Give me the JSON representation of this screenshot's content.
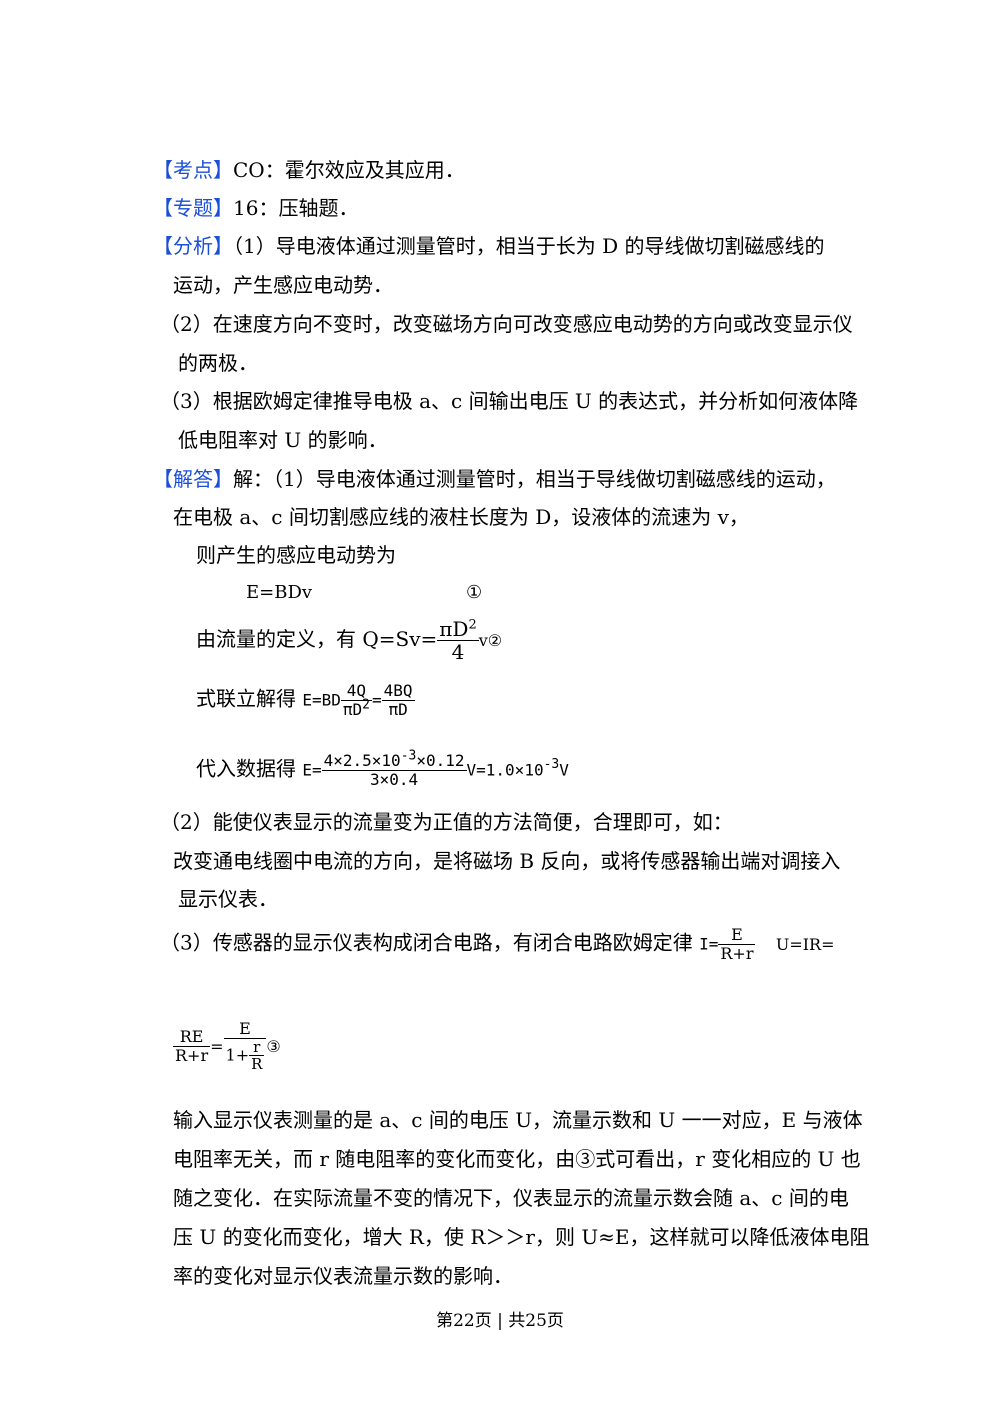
{
  "kaodian": {
    "tag": "【考点】",
    "text": "CO：霍尔效应及其应用．"
  },
  "zhuanti": {
    "tag": "【专题】",
    "text": "16：压轴题．"
  },
  "fenxi": {
    "tag": "【分析】",
    "p1a": "（1）导电液体通过测量管时，相当于长为 D 的导线做切割磁感线的",
    "p1b": "运动，产生感应电动势．",
    "p2a": "（2）在速度方向不变时，改变磁场方向可改变感应电动势的方向或改变显示仪",
    "p2b": "的两极．",
    "p3a": "（3）根据欧姆定律推导电极 a、c 间输出电压 U 的表达式，并分析如何液体降",
    "p3b": "低电阻率对 U 的影响．"
  },
  "jieda": {
    "tag": "【解答】",
    "l1": "解：（1）导电液体通过测量管时，相当于导线做切割磁感线的运动，",
    "l2": "在电极 a、c 间切割感应线的液柱长度为 D，设液体的流速为 v，",
    "l3": "则产生的感应电动势为",
    "eq1": "E=BDv",
    "eq1_mark": "①",
    "l4_prefix": "由流量的定义，有 Q=Sv=",
    "eq2_num": "πD",
    "eq2_sup": "2",
    "eq2_den": "4",
    "eq2_tail": "v②",
    "l5_prefix": "式联立解得",
    "eq3_lhs": "E=BD",
    "eq3_num1": "4Q",
    "eq3_den1": "πD",
    "eq3_sup1": "2",
    "eq3_eq": "=",
    "eq3_num2": "4BQ",
    "eq3_den2": "πD",
    "l6_prefix": "代入数据得",
    "eq4_lhs": "E=",
    "eq4_num": "4×2.5×10",
    "eq4_num_sup": "-3",
    "eq4_num_tail": "×0.12",
    "eq4_den": "3×0.4",
    "eq4_rhs": "V=1.0×10",
    "eq4_rhs_sup": "-3",
    "eq4_unit": "V",
    "p2_title": "（2）能使仪表显示的流量变为正值的方法简便，合理即可，如：",
    "p2_l1": "改变通电线圈中电流的方向，是将磁场 B 反向，或将传感器输出端对调接入",
    "p2_l2": "显示仪表．",
    "p3_prefix": "（3）传感器的显示仪表构成闭合电路，有闭合电路欧姆定律",
    "eq5_lhs": "I=",
    "eq5_num": "E",
    "eq5_den": "R+r",
    "eq5_tail": "U=IR=",
    "eq6_num": "RE",
    "eq6_den": "R+r",
    "eq6_eq": "=",
    "eq6_num2": "E",
    "eq6_den2_a": "1+",
    "eq6_den2_num": "r",
    "eq6_den2_den": "R",
    "eq6_mark": "③",
    "p3_l1": "输入显示仪表测量的是 a、c 间的电压 U，流量示数和 U 一一对应，E 与液体",
    "p3_l2": "电阻率无关，而 r 随电阻率的变化而变化，由③式可看出，r 变化相应的 U 也",
    "p3_l3": "随之变化．在实际流量不变的情况下，仪表显示的流量示数会随 a、c 间的电",
    "p3_l4": "压 U 的变化而变化，增大 R，使 R＞＞r，则 U≈E，这样就可以降低液体电阻",
    "p3_l5": "率的变化对显示仪表流量示数的影响．"
  },
  "footer": "第22页 | 共25页"
}
